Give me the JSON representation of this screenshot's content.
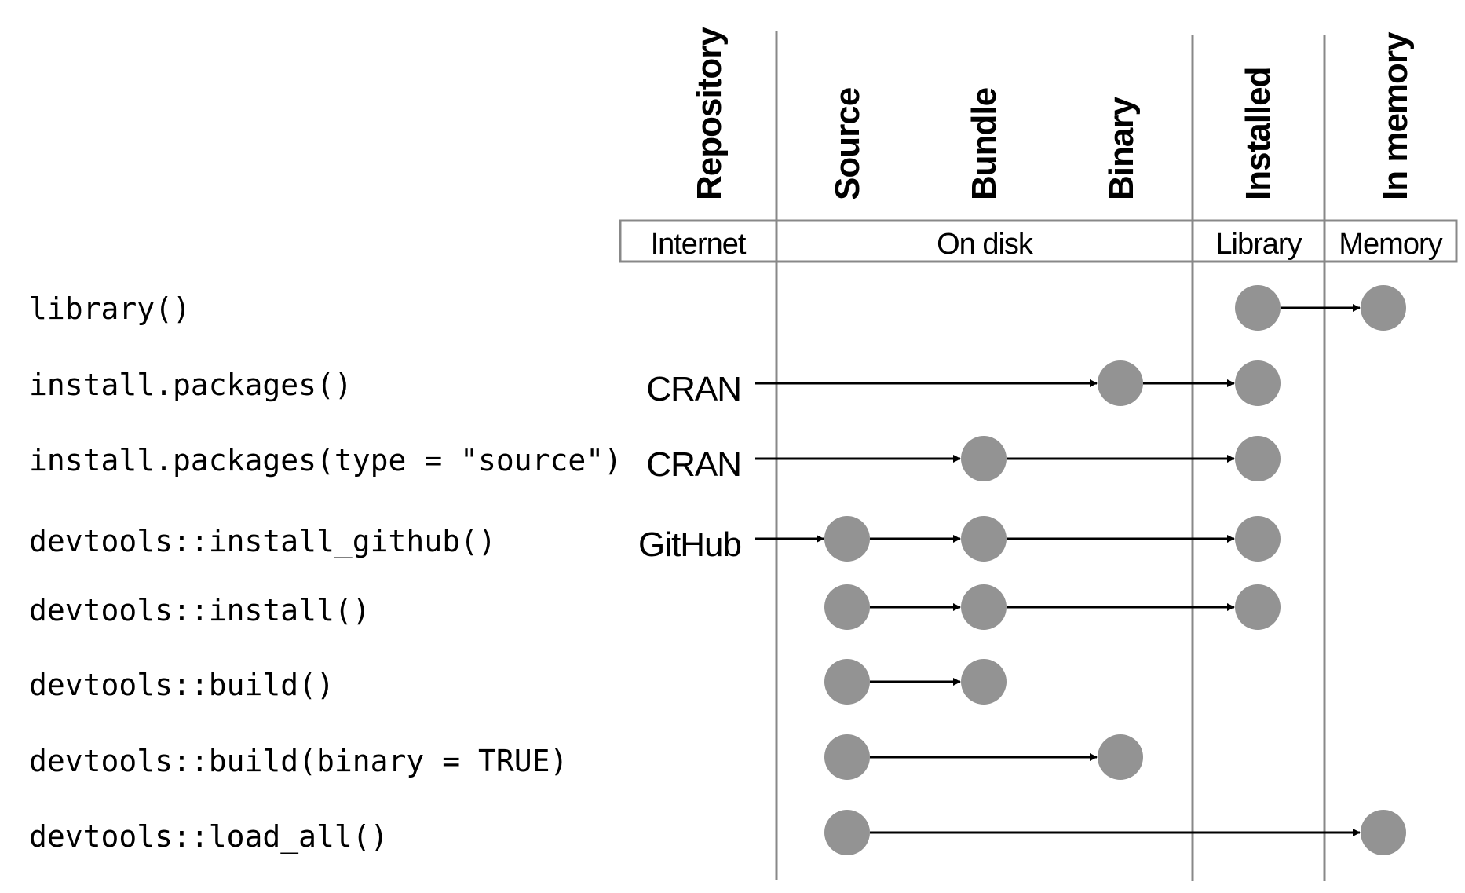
{
  "columns": [
    "Repository",
    "Source",
    "Bundle",
    "Binary",
    "Installed",
    "In memory"
  ],
  "locations": [
    "Internet",
    "On disk",
    "Library",
    "Memory"
  ],
  "colors": {
    "node": "#939393",
    "line": "#888888",
    "arrow": "#000000"
  },
  "rows": [
    {
      "fn": "library()",
      "source": "",
      "nodes": [
        4,
        5
      ]
    },
    {
      "fn": "install.packages()",
      "source": "CRAN",
      "nodes": [
        3,
        4
      ]
    },
    {
      "fn": "install.packages(type = \"source\")",
      "source": "CRAN",
      "nodes": [
        2,
        4
      ]
    },
    {
      "fn": "devtools::install_github()",
      "source": "GitHub",
      "nodes": [
        1,
        2,
        4
      ]
    },
    {
      "fn": "devtools::install()",
      "source": "",
      "nodes": [
        1,
        2,
        4
      ]
    },
    {
      "fn": "devtools::build()",
      "source": "",
      "nodes": [
        1,
        2
      ]
    },
    {
      "fn": "devtools::build(binary = TRUE)",
      "source": "",
      "nodes": [
        1,
        3
      ]
    },
    {
      "fn": "devtools::load_all()",
      "source": "",
      "nodes": [
        1,
        5
      ]
    }
  ]
}
